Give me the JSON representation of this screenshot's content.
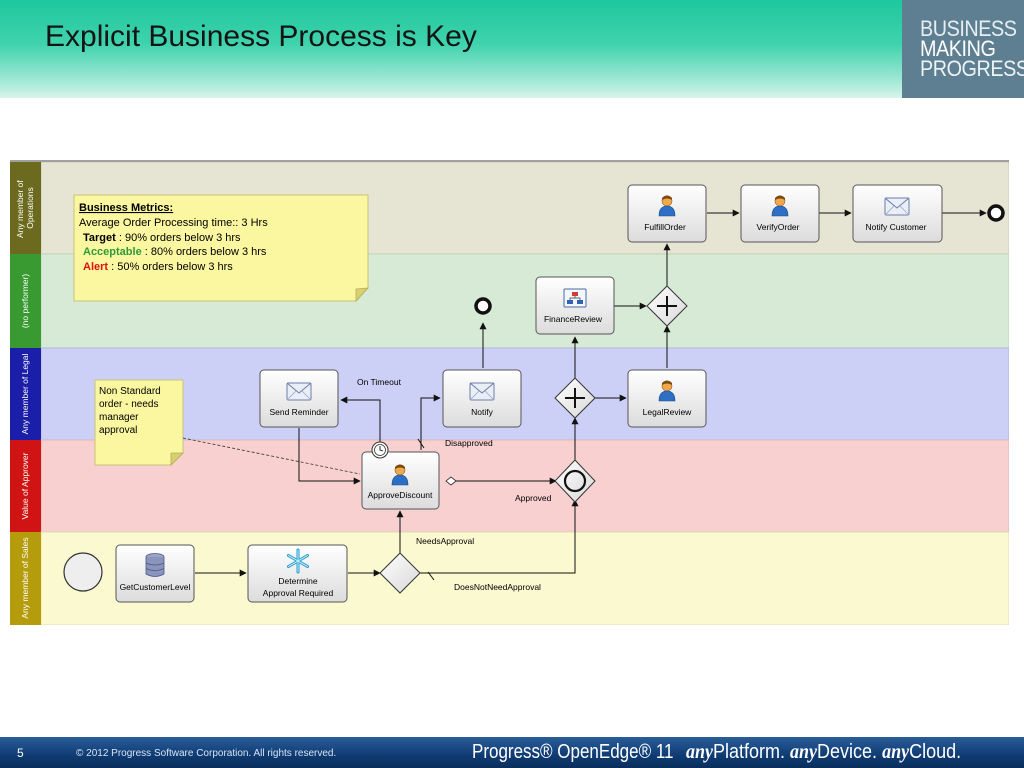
{
  "slide": {
    "title": "Explicit Business Process is Key",
    "logo_lines": [
      "BUSINESS",
      "MAKING",
      "PROGRESS."
    ]
  },
  "lanes": [
    {
      "label": "Any member of Operations",
      "label_lines": [
        "Any member of",
        "Operations"
      ],
      "color": "#e6e4d3",
      "label_color": "#6b6a1e"
    },
    {
      "label": "(no performer)",
      "label_lines": [
        "(no performer)"
      ],
      "color": "#d6ead5",
      "label_color": "#3a9a32"
    },
    {
      "label": "Any member of Legal",
      "label_lines": [
        "Any member of Legal"
      ],
      "color": "#cdd0f6",
      "label_color": "#1b1ea8"
    },
    {
      "label": "Value of Approver",
      "label_lines": [
        "Value of Approver"
      ],
      "color": "#f8d0d0",
      "label_color": "#d01414"
    },
    {
      "label": "Any member of Sales",
      "label_lines": [
        "Any member of Sales"
      ],
      "color": "#fbf9cf",
      "label_color": "#b59c0d"
    }
  ],
  "metrics_note": {
    "heading": "Business Metrics:",
    "line1": "Average Order Processing time:: 3 Hrs",
    "target_label": "Target",
    "target_text": " : 90% orders below 3 hrs",
    "acceptable_label": "Acceptable",
    "acceptable_text": " : 80% orders below 3 hrs",
    "alert_label": "Alert",
    "alert_text": " : 50% orders below 3 hrs",
    "colors": {
      "target": "#000000",
      "acceptable": "#2e9a3a",
      "alert": "#e01010"
    }
  },
  "sticky_note": {
    "lines": [
      "Non Standard",
      "order - needs",
      "manager",
      "approval"
    ]
  },
  "tasks": {
    "fulfill_order": {
      "label": "FulfillOrder",
      "icon": "person-icon"
    },
    "verify_order": {
      "label": "VerifyOrder",
      "icon": "person-icon"
    },
    "notify_customer": {
      "label": "Notify Customer",
      "icon": "envelope-icon"
    },
    "finance_review": {
      "label": "FinanceReview",
      "icon": "subprocess-icon"
    },
    "send_reminder": {
      "label": "Send Reminder",
      "icon": "envelope-icon"
    },
    "notify": {
      "label": "Notify",
      "icon": "envelope-icon"
    },
    "legal_review": {
      "label": "LegalReview",
      "icon": "person-icon"
    },
    "approve_discount": {
      "label": "ApproveDiscount",
      "icon": "person-icon"
    },
    "get_customer_level": {
      "label": "GetCustomerLevel",
      "icon": "database-icon"
    },
    "determine_approval": {
      "label1": "Determine",
      "label2": "Approval Required",
      "icon": "snowflake-icon"
    }
  },
  "flow_labels": {
    "on_timeout": "On Timeout",
    "disapproved": "Disapproved",
    "approved": "Approved",
    "needs_approval": "NeedsApproval",
    "does_not_need_approval": "DoesNotNeedApproval"
  },
  "footer": {
    "page_number": "5",
    "copyright": "© 2012 Progress Software Corporation. All rights reserved.",
    "brand": "Progress® OpenEdge® 11",
    "any1": "any",
    "platform": "Platform.",
    "any2": "any",
    "device": "Device.",
    "any3": "any",
    "cloud": "Cloud."
  }
}
